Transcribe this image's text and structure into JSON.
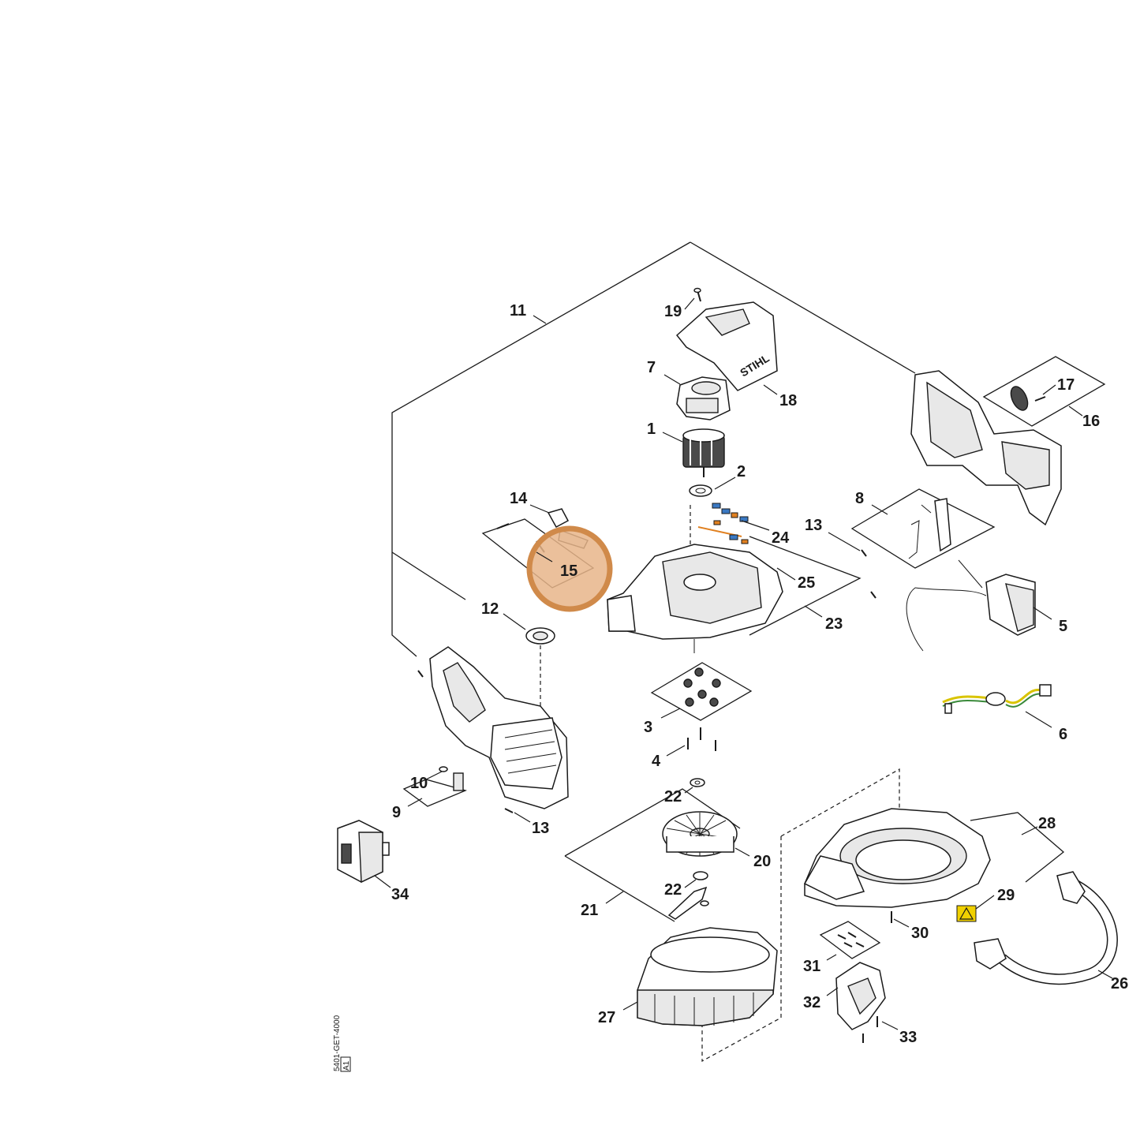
{
  "callouts": {
    "c1": "1",
    "c2": "2",
    "c3": "3",
    "c4": "4",
    "c5": "5",
    "c6": "6",
    "c7": "7",
    "c8": "8",
    "c9": "9",
    "c10": "10",
    "c11": "11",
    "c12": "12",
    "c13a": "13",
    "c13b": "13",
    "c14": "14",
    "c15": "15",
    "c16": "16",
    "c17": "17",
    "c18": "18",
    "c19": "19",
    "c20": "20",
    "c21": "21",
    "c22a": "22",
    "c22b": "22",
    "c23": "23",
    "c24": "24",
    "c25": "25",
    "c26": "26",
    "c27": "27",
    "c28": "28",
    "c29": "29",
    "c30": "30",
    "c31": "31",
    "c32": "32",
    "c33": "33",
    "c34": "34"
  },
  "brand_logo": "STIHL",
  "drawing_code": "5401-GET-4000",
  "drawing_sheet": "A1",
  "colors": {
    "highlight_fill": "#e8b58a",
    "highlight_ring": "#d08a4a",
    "wire_yellow": "#d9c400",
    "wire_green": "#3a8a3a",
    "part_blue": "#3a78c2",
    "part_orange": "#e08020"
  }
}
